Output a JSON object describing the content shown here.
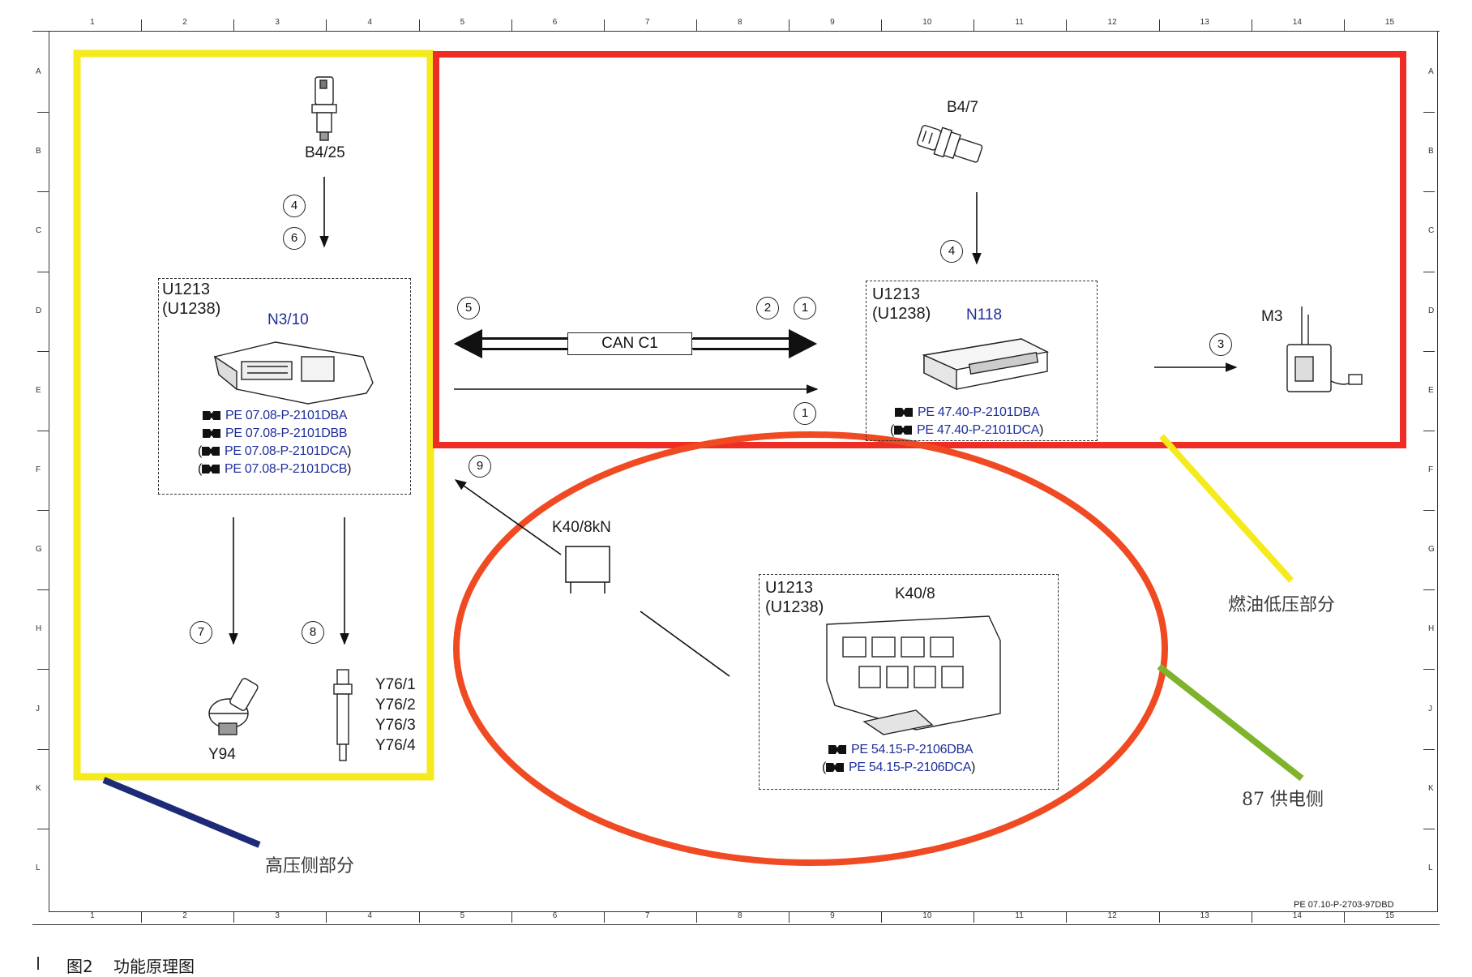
{
  "ruler": {
    "columns": [
      "1",
      "2",
      "3",
      "4",
      "5",
      "6",
      "7",
      "8",
      "9",
      "10",
      "11",
      "12",
      "13",
      "14",
      "15"
    ],
    "rows": [
      "A",
      "B",
      "C",
      "D",
      "E",
      "F",
      "G",
      "H",
      "J",
      "K",
      "L"
    ]
  },
  "components": {
    "b4_25": "B4/25",
    "b4_7": "B4/7",
    "m3": "M3",
    "y94": "Y94",
    "y76_1": "Y76/1",
    "y76_2": "Y76/2",
    "y76_3": "Y76/3",
    "y76_4": "Y76/4",
    "k40_8kn": "K40/8kN"
  },
  "n3_10_box": {
    "u1": "U1213",
    "u2": "(U1238)",
    "name": "N3/10",
    "refs": [
      {
        "pre": "",
        "text": "PE 07.08-P-2101DBA",
        "post": ""
      },
      {
        "pre": "",
        "text": "PE 07.08-P-2101DBB",
        "post": ""
      },
      {
        "pre": "(",
        "text": "PE 07.08-P-2101DCA",
        "post": ")"
      },
      {
        "pre": "(",
        "text": "PE 07.08-P-2101DCB",
        "post": ")"
      }
    ]
  },
  "n118_box": {
    "u1": "U1213",
    "u2": "(U1238)",
    "name": "N118",
    "refs": [
      {
        "pre": "",
        "text": "PE 47.40-P-2101DBA",
        "post": ""
      },
      {
        "pre": "(",
        "text": "PE 47.40-P-2101DCA",
        "post": ")"
      }
    ]
  },
  "k40_8_box": {
    "u1": "U1213",
    "u2": "(U1238)",
    "name": "K40/8",
    "refs": [
      {
        "pre": "",
        "text": "PE 54.15-P-2106DBA",
        "post": ""
      },
      {
        "pre": "(",
        "text": "PE 54.15-P-2106DCA",
        "post": ")"
      }
    ]
  },
  "can": {
    "label": "CAN C1"
  },
  "markers": {
    "m4_left": "4",
    "m6": "6",
    "m5": "5",
    "m2": "2",
    "m1_top": "1",
    "m1_bottom": "1",
    "m4_right": "4",
    "m3": "3",
    "m9": "9",
    "m7": "7",
    "m8": "8"
  },
  "annotations": {
    "low_pressure": "燃油低压部分",
    "power_87": "87 供电侧",
    "high_pressure": "高压侧部分"
  },
  "footer_code": "PE 07.10-P-2703-97DBD",
  "caption": {
    "num": "图2",
    "title": "功能原理图"
  },
  "colors": {
    "yellow": "#f5ea1c",
    "red": "#ee2d24",
    "orange_red": "#f04a22",
    "navy": "#1d2a78",
    "green": "#7fb32a",
    "ref_blue": "#1f2f9a"
  }
}
